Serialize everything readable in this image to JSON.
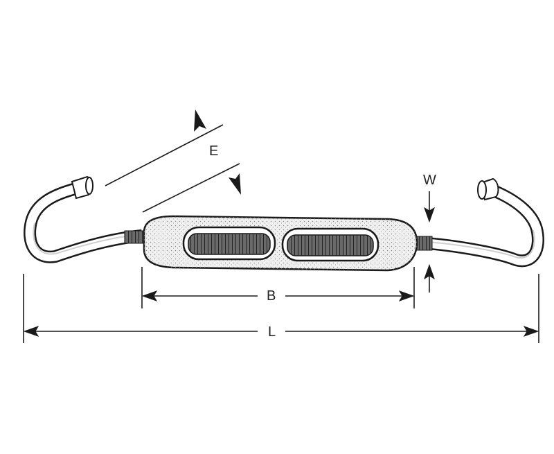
{
  "diagram": {
    "labels": {
      "e": "E",
      "w": "W",
      "b": "B",
      "l": "L"
    },
    "colors": {
      "ink": "#1a1a1a",
      "body_fill": "#f2f2f2",
      "stipple": "#9a9a9a"
    }
  }
}
